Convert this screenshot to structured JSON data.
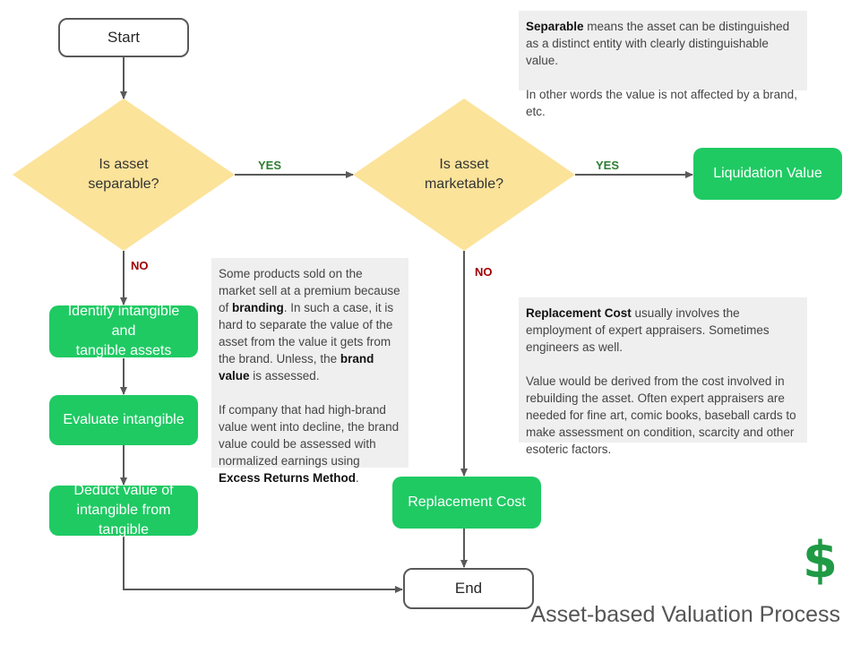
{
  "nodes": {
    "start": "Start",
    "end": "End",
    "decision1_line1": "Is asset",
    "decision1_line2": "separable?",
    "decision2_line1": "Is asset",
    "decision2_line2": "marketable?",
    "liquidation": "Liquidation Value",
    "identify_line1": "Identify intangible and",
    "identify_line2": "tangible assets",
    "evaluate": "Evaluate intangible",
    "deduct_line1": "Deduct value of",
    "deduct_line2": "intangible from tangible",
    "replacement": "Replacement Cost"
  },
  "edge_labels": {
    "yes1": "YES",
    "yes2": "YES",
    "no1": "NO",
    "no2": "NO"
  },
  "notes": {
    "separable": {
      "term": "Separable",
      "text1": " means the asset can be distinguished as a distinct entity with clearly distinguishable value.",
      "text2": "In other words the value is not affected by a brand, etc."
    },
    "branding": {
      "t1": "Some products sold on the market sell at a premium because of ",
      "b1": "branding",
      "t2": ". In such a case, it is hard to separate the value of the asset from the value it gets from the brand. Unless, the ",
      "b2": "brand value",
      "t3": " is assessed.",
      "t4": "If company that had high-brand value went into decline, the brand value could be assessed with normalized earnings using ",
      "b3": "Excess Returns Method",
      "t5": "."
    },
    "replacement": {
      "term": "Replacement Cost",
      "text1": " usually involves the employment of expert appraisers. Sometimes engineers as well.",
      "text2": "Value would be derived from the cost involved in rebuilding the asset. Often expert appraisers are needed for fine art, comic books, baseball cards to make assessment on condition, scarcity and other esoteric factors."
    }
  },
  "footer": {
    "title": "Asset-based Valuation Process",
    "icon": "$"
  },
  "colors": {
    "decision_fill": "#fce39a",
    "process_green": "#1fca63",
    "arrow_gray": "#595959",
    "note_bg": "#efefef",
    "yes_green": "#2e7d32",
    "no_red": "#a00000"
  }
}
